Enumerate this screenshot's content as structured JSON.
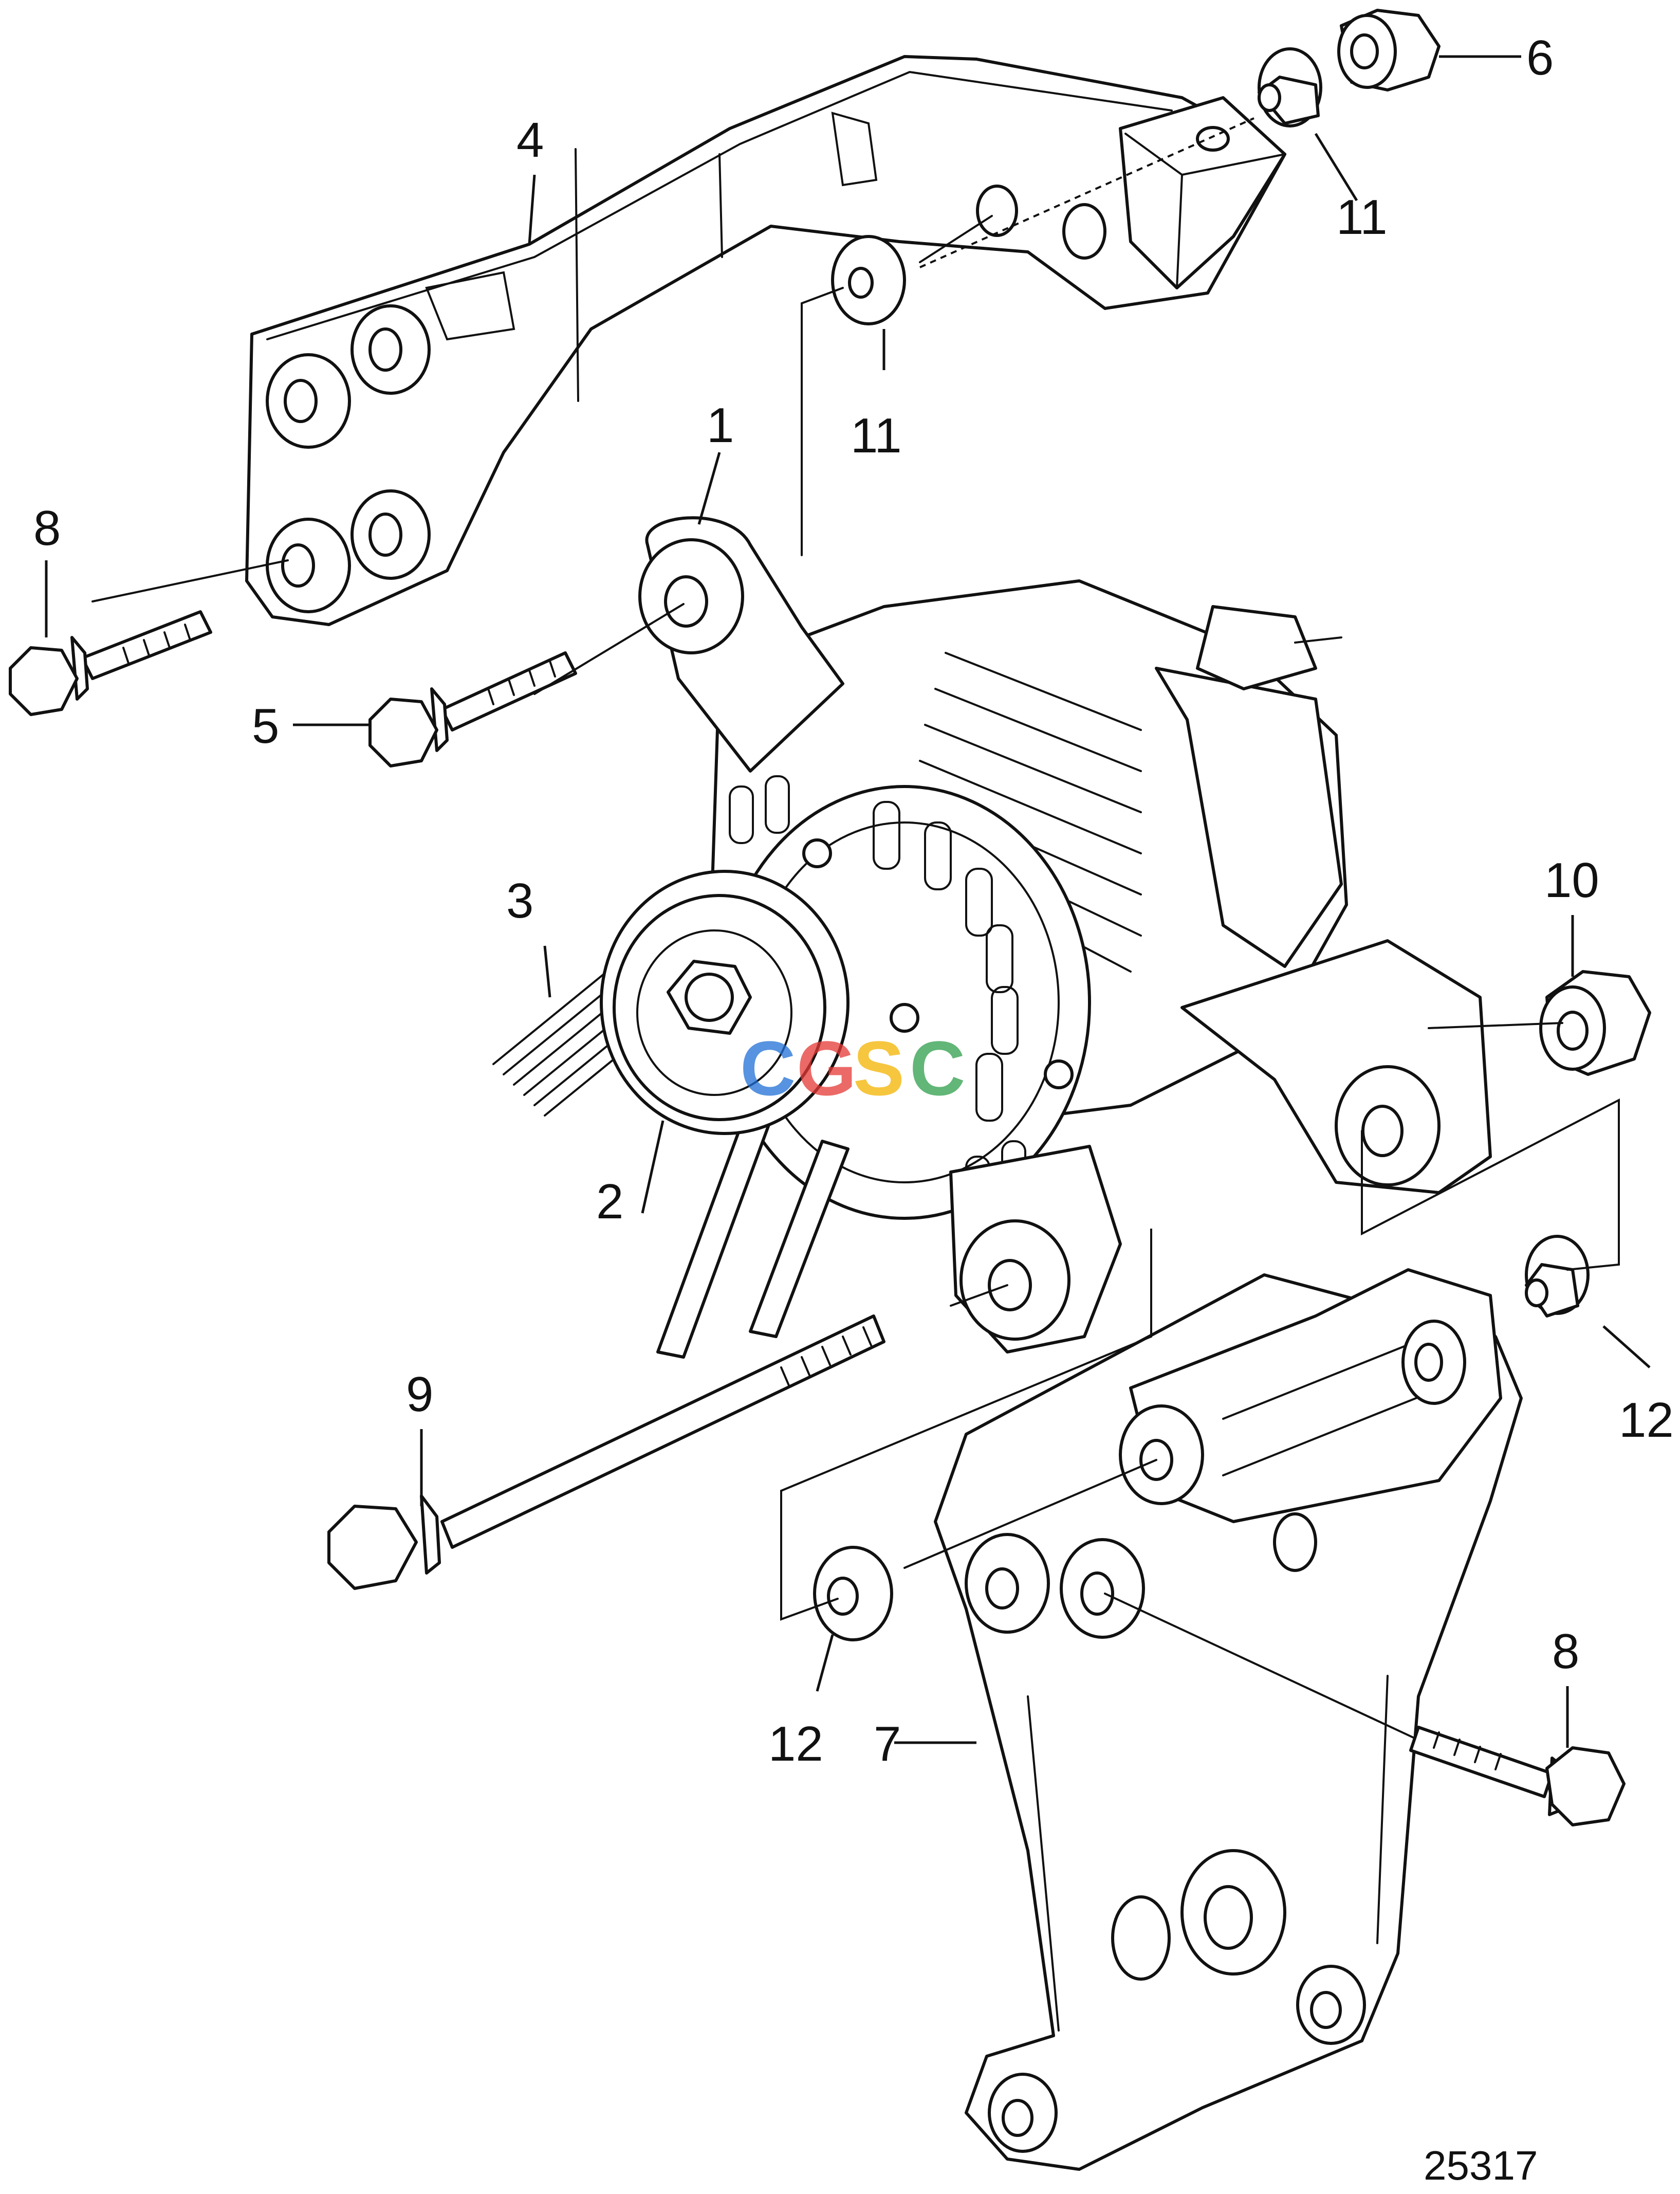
{
  "diagram": {
    "figure_number": "25317",
    "watermark": [
      "C",
      "G",
      "S",
      "C"
    ],
    "colors": {
      "line": "#111111",
      "background": "#ffffff",
      "watermark": [
        "#1f6fd6",
        "#e53935",
        "#f4b400",
        "#2e9e4a"
      ]
    },
    "callouts": [
      {
        "id": "c1",
        "label": "1"
      },
      {
        "id": "c2",
        "label": "2"
      },
      {
        "id": "c3",
        "label": "3"
      },
      {
        "id": "c4",
        "label": "4"
      },
      {
        "id": "c5",
        "label": "5"
      },
      {
        "id": "c6",
        "label": "6"
      },
      {
        "id": "c7",
        "label": "7"
      },
      {
        "id": "c8a",
        "label": "8"
      },
      {
        "id": "c8b",
        "label": "8"
      },
      {
        "id": "c9",
        "label": "9"
      },
      {
        "id": "c10",
        "label": "10"
      },
      {
        "id": "c11a",
        "label": "11"
      },
      {
        "id": "c11b",
        "label": "11"
      },
      {
        "id": "c12a",
        "label": "12"
      },
      {
        "id": "c12b",
        "label": "12"
      }
    ],
    "parts": [
      {
        "name": "alternator",
        "icon": "alternator-icon"
      },
      {
        "name": "pulley",
        "icon": "pulley-icon"
      },
      {
        "name": "drive-belt",
        "icon": "belt-icon"
      },
      {
        "name": "upper-bracket",
        "icon": "bracket-icon"
      },
      {
        "name": "lower-bracket",
        "icon": "bracket-icon"
      },
      {
        "name": "bolts",
        "icon": "bolt-icon"
      },
      {
        "name": "nuts",
        "icon": "nut-icon"
      },
      {
        "name": "washers-spacers",
        "icon": "washer-icon"
      }
    ]
  }
}
